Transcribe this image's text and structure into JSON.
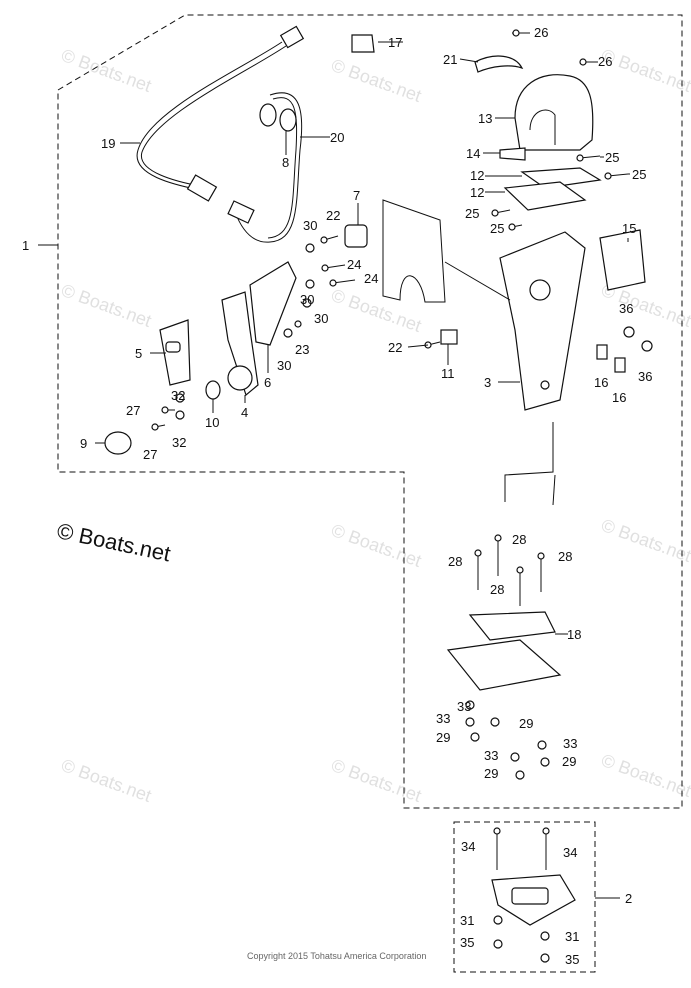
{
  "watermark": "© Boats.net",
  "brand_text": "© Boats.net",
  "copyright": "Copyright 2015 Tohatsu America Corporation",
  "part_labels": [
    "1",
    "2",
    "3",
    "4",
    "5",
    "6",
    "7",
    "8",
    "9",
    "10",
    "11",
    "12",
    "12",
    "13",
    "14",
    "15",
    "16",
    "16",
    "17",
    "18",
    "19",
    "20",
    "21",
    "22",
    "22",
    "23",
    "24",
    "24",
    "25",
    "25",
    "25",
    "25",
    "26",
    "26",
    "27",
    "27",
    "28",
    "28",
    "28",
    "28",
    "29",
    "29",
    "29",
    "29",
    "30",
    "30",
    "30",
    "30",
    "31",
    "31",
    "32",
    "32",
    "33",
    "33",
    "33",
    "33",
    "34",
    "34",
    "35",
    "35",
    "36",
    "36"
  ]
}
